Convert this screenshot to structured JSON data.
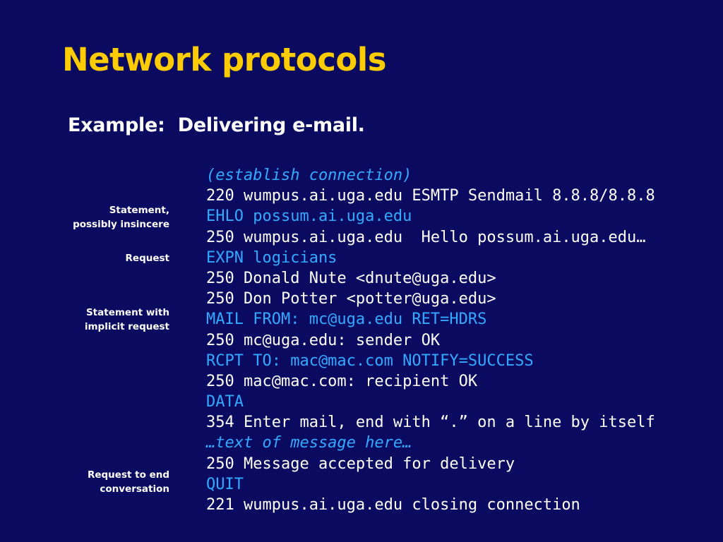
{
  "slide": {
    "title": "Network protocols",
    "subtitle": "Example:  Delivering e-mail."
  },
  "annotations": [
    {
      "lines": [
        "Statement,",
        "possibly insincere"
      ]
    },
    {
      "lines": [
        "Request"
      ]
    },
    {
      "lines": [
        "Statement with",
        "implicit request"
      ]
    },
    {
      "lines": [
        "Request to end",
        "conversation"
      ]
    }
  ],
  "transcript": [
    {
      "text": "(establish connection)",
      "speaker": "client",
      "italic": true
    },
    {
      "text": "220 wumpus.ai.uga.edu ESMTP Sendmail 8.8.8/8.8.8",
      "speaker": "server"
    },
    {
      "text": "EHLO possum.ai.uga.edu",
      "speaker": "client"
    },
    {
      "text": "250 wumpus.ai.uga.edu  Hello possum.ai.uga.edu…",
      "speaker": "server"
    },
    {
      "text": "EXPN logicians",
      "speaker": "client"
    },
    {
      "text": "250 Donald Nute <dnute@uga.edu>",
      "speaker": "server"
    },
    {
      "text": "250 Don Potter <potter@uga.edu>",
      "speaker": "server"
    },
    {
      "text": "MAIL FROM: mc@uga.edu RET=HDRS",
      "speaker": "client"
    },
    {
      "text": "250 mc@uga.edu: sender OK",
      "speaker": "server"
    },
    {
      "text": "RCPT TO: mac@mac.com NOTIFY=SUCCESS",
      "speaker": "client"
    },
    {
      "text": "250 mac@mac.com: recipient OK",
      "speaker": "server"
    },
    {
      "text": "DATA",
      "speaker": "client"
    },
    {
      "text": "354 Enter mail, end with “.” on a line by itself",
      "speaker": "server"
    },
    {
      "text": "…text of message here…",
      "speaker": "client",
      "italic": true
    },
    {
      "text": "250 Message accepted for delivery",
      "speaker": "server"
    },
    {
      "text": "QUIT",
      "speaker": "client"
    },
    {
      "text": "221 wumpus.ai.uga.edu closing connection",
      "speaker": "server"
    }
  ],
  "colors": {
    "background": "#0a0a60",
    "title": "#ffcc00",
    "server_text": "#ffffff",
    "client_text": "#33aaff"
  }
}
